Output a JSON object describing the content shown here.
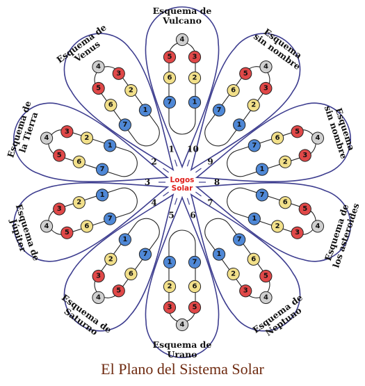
{
  "caption": "El Plano del Sistema Solar",
  "center": {
    "line1": "Logos",
    "line2": "Solar"
  },
  "colors": {
    "red": "#e04848",
    "yellow": "#f2e08a",
    "blue": "#4f88d6",
    "gray": "#cfcfcf",
    "petal_stroke": "#3d3d8f",
    "center_text": "#e0201c",
    "caption": "#6e2a10"
  },
  "ball_numbers": [
    "1",
    "2",
    "3",
    "4",
    "5",
    "6",
    "7"
  ],
  "schemes": [
    {
      "id": "vulcano",
      "angle": 0,
      "sector": "1",
      "label": [
        "Esquema de",
        "Vulcano"
      ]
    },
    {
      "id": "sin-nombre-1",
      "angle": 36,
      "sector": "10",
      "label": [
        "Esquema",
        "sin nombre"
      ]
    },
    {
      "id": "sin-nombre-2",
      "angle": 72,
      "sector": "9",
      "label": [
        "Esquema",
        "sin nombre"
      ]
    },
    {
      "id": "asteroides",
      "angle": 108,
      "sector": "8",
      "label": [
        "Esquema de",
        "los asteroides"
      ]
    },
    {
      "id": "neptuno",
      "angle": 144,
      "sector": "7",
      "label": [
        "Esquema de",
        "Neptuno"
      ]
    },
    {
      "id": "urano",
      "angle": 180,
      "sector": "6",
      "label": [
        "Esquema de",
        "Urano"
      ]
    },
    {
      "id": "saturno",
      "angle": -144,
      "sector": "5",
      "label": [
        "Esquema de",
        "Saturno"
      ]
    },
    {
      "id": "jupiter",
      "angle": -108,
      "sector": "4",
      "label": [
        "Esquema de",
        "Júpiter"
      ]
    },
    {
      "id": "tierra",
      "angle": -72,
      "sector": "3",
      "label": [
        "Esquema de",
        "la Tierra"
      ]
    },
    {
      "id": "venus",
      "angle": -36,
      "sector": "2",
      "label": [
        "Esquema de",
        "Venus"
      ]
    }
  ]
}
